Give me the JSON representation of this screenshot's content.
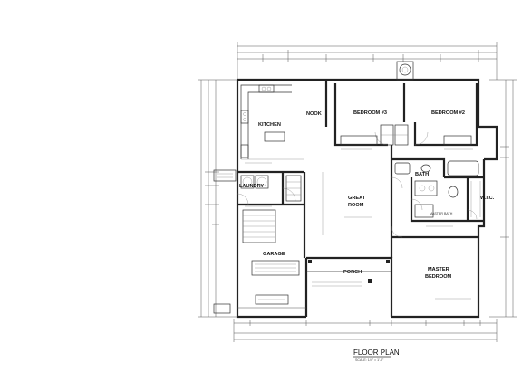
{
  "plan": {
    "title": "FLOOR PLAN",
    "scale": "SCALE: 1/4\" = 1'-0\"",
    "rooms": {
      "kitchen": "KITCHEN",
      "nook": "NOOK",
      "bedroom3": "BEDROOM #3",
      "bedroom2": "BEDROOM #2",
      "bath": "BATH",
      "laundry": "LAUNDRY",
      "great_room_1": "GREAT",
      "great_room_2": "ROOM",
      "wic": "W.I.C.",
      "master_bath": "MASTER BATH",
      "garage": "GARAGE",
      "porch": "PORCH",
      "master_bedroom_1": "MASTER",
      "master_bedroom_2": "BEDROOM"
    }
  }
}
